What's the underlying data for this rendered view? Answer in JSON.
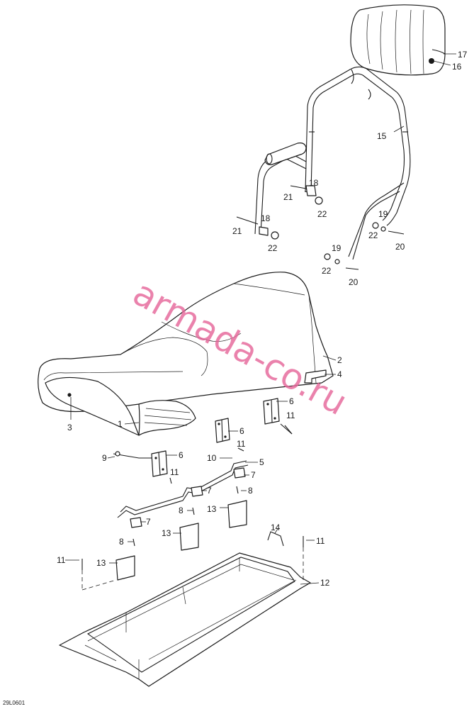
{
  "drawing_code": "29L0601",
  "watermark": "armada-co.ru",
  "colors": {
    "line": "#1a1a1a",
    "background": "#ffffff",
    "watermark": "#e6679a"
  },
  "callouts": [
    "17",
    "16",
    "15",
    "18",
    "21",
    "22",
    "18",
    "21",
    "22",
    "19",
    "22",
    "20",
    "19",
    "22",
    "20",
    "2",
    "4",
    "3",
    "6",
    "1",
    "11",
    "6",
    "9",
    "6",
    "11",
    "10",
    "5",
    "11",
    "7",
    "7",
    "8",
    "8",
    "13",
    "7",
    "13",
    "8",
    "14",
    "11",
    "11",
    "13",
    "12"
  ]
}
